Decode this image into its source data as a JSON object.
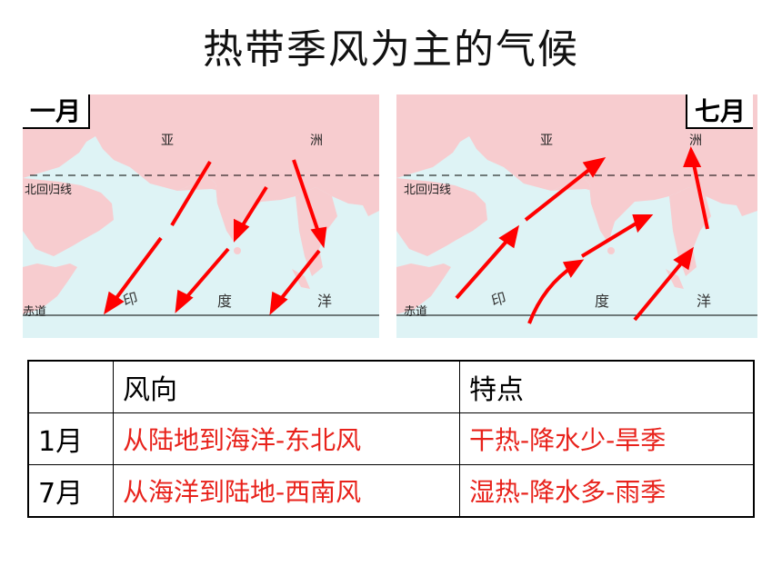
{
  "title": "热带季风为主的气候",
  "maps": {
    "january": {
      "label": "一月",
      "asia_left": "亚",
      "asia_right": "洲",
      "tropic": "北回归线",
      "equator": "赤道",
      "ocean": [
        "印",
        "度",
        "洋"
      ]
    },
    "july": {
      "label": "七月",
      "asia_left": "亚",
      "asia_right": "洲",
      "tropic": "北回归线",
      "equator": "赤道",
      "ocean": [
        "印",
        "度",
        "洋"
      ]
    }
  },
  "colors": {
    "land": "#f7cccf",
    "sea": "#def3f5",
    "arrow": "#ff0000",
    "accent_text": "#e8221b"
  },
  "table": {
    "headers": [
      "",
      "风向",
      "特点"
    ],
    "rows": [
      {
        "month": "1月",
        "wind": "从陆地到海洋-东北风",
        "feature": "干热-降水少-旱季"
      },
      {
        "month": "7月",
        "wind": "从海洋到陆地-西南风",
        "feature": "湿热-降水多-雨季"
      }
    ]
  }
}
